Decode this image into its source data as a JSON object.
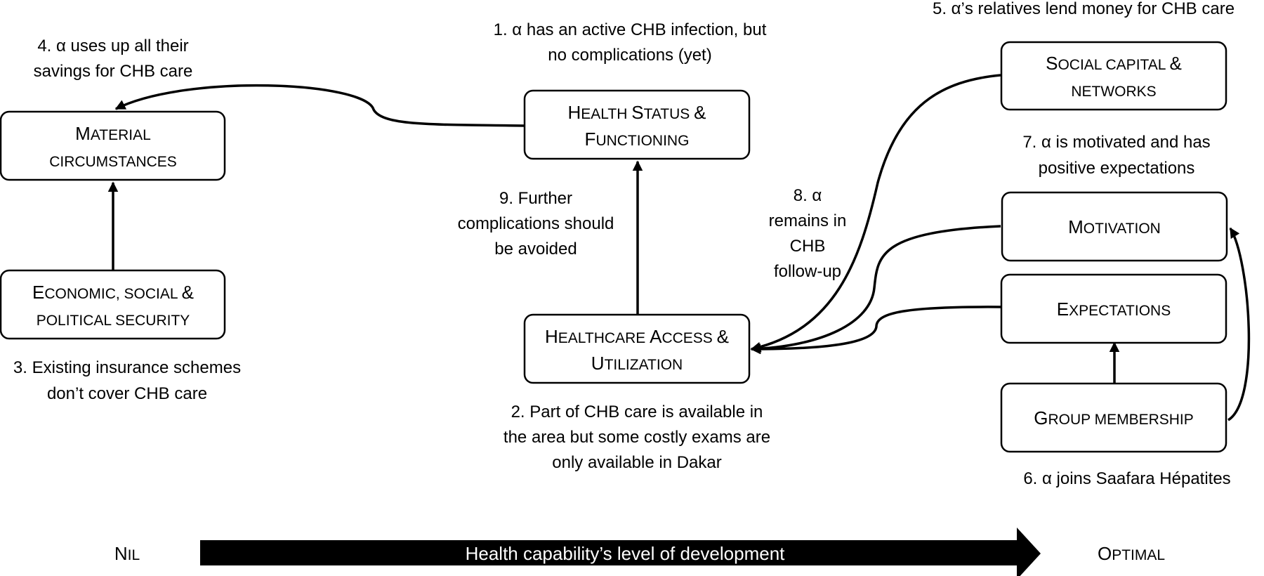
{
  "boxes": {
    "material": {
      "line1": [
        [
          "M",
          "big"
        ],
        [
          "ATERIAL",
          "small"
        ]
      ],
      "line2": [
        [
          "CIRCUMSTANCES",
          "small"
        ]
      ]
    },
    "economic": {
      "line1": [
        [
          "E",
          "big"
        ],
        [
          "CONOMIC, SOCIAL ",
          "small"
        ],
        [
          "&",
          "big"
        ]
      ],
      "line2": [
        [
          "POLITICAL SECURITY",
          "small"
        ]
      ]
    },
    "health_status": {
      "line1": [
        [
          "H",
          "big"
        ],
        [
          "EALTH ",
          "small"
        ],
        [
          "S",
          "big"
        ],
        [
          "TATUS ",
          "small"
        ],
        [
          "&",
          "big"
        ]
      ],
      "line2": [
        [
          "F",
          "big"
        ],
        [
          "UNCTIONING",
          "small"
        ]
      ]
    },
    "healthcare_access": {
      "line1": [
        [
          "H",
          "big"
        ],
        [
          "EALTHCARE ",
          "small"
        ],
        [
          "A",
          "big"
        ],
        [
          "CCESS ",
          "small"
        ],
        [
          "&",
          "big"
        ]
      ],
      "line2": [
        [
          "U",
          "big"
        ],
        [
          "TILIZATION",
          "small"
        ]
      ]
    },
    "social_capital": {
      "line1": [
        [
          "S",
          "big"
        ],
        [
          "OCIAL CAPITAL ",
          "small"
        ],
        [
          "&",
          "big"
        ]
      ],
      "line2": [
        [
          "NETWORKS",
          "small"
        ]
      ]
    },
    "motivation": {
      "line1": [
        [
          "M",
          "big"
        ],
        [
          "OTIVATION",
          "small"
        ]
      ]
    },
    "expectations": {
      "line1": [
        [
          "E",
          "big"
        ],
        [
          "XPECTATIONS",
          "small"
        ]
      ]
    },
    "group_membership": {
      "line1": [
        [
          "G",
          "big"
        ],
        [
          "ROUP MEMBERSHIP",
          "small"
        ]
      ]
    }
  },
  "notes": {
    "n1": [
      "1. α has an active CHB infection, but",
      "no complications (yet)"
    ],
    "n2": [
      "2. Part of CHB care is available in",
      "the area but some costly exams are",
      "only available in Dakar"
    ],
    "n3": [
      "3. Existing insurance schemes",
      "don’t cover CHB care"
    ],
    "n4": [
      "4. α uses up all their",
      "savings for CHB care"
    ],
    "n5": [
      "5. α’s relatives lend money for CHB care"
    ],
    "n6": [
      "6. α joins Saafara Hépatites"
    ],
    "n7": [
      "7. α is motivated and has",
      "positive expectations"
    ],
    "n8": [
      "8. α",
      "remains in",
      "CHB",
      "follow-up"
    ],
    "n9": [
      "9. Further",
      "complications should",
      "be avoided"
    ]
  },
  "scale": {
    "label": "Health capability’s level of development",
    "left": [
      [
        "N",
        "big"
      ],
      [
        "IL",
        "small"
      ]
    ],
    "right": [
      [
        "O",
        "big"
      ],
      [
        "PTIMAL",
        "small"
      ]
    ]
  }
}
